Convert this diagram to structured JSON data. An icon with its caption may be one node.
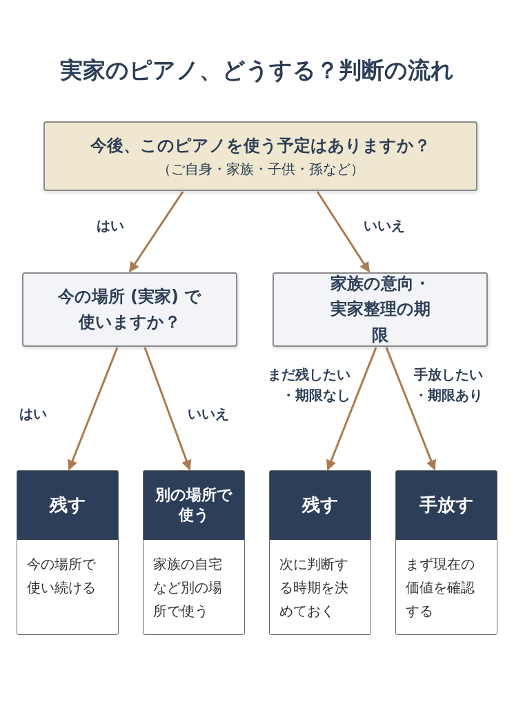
{
  "diagram": {
    "title": "実家のピアノ、どうする？判断の流れ",
    "nodes": [
      {
        "text": [
          "今後、このピアノを使う予定はありますか？",
          "（ご自身・家族・子供・孫など）"
        ]
      },
      {
        "text": [
          "今の場所 (実家) で使いますか？"
        ]
      },
      {
        "text": [
          "家族の意向・実家整理の期限"
        ]
      },
      {
        "text": [
          "残す",
          "今の場所で使い続ける"
        ]
      },
      {
        "text": [
          "別の場所で使う",
          "家族の自宅など別の場所で使う"
        ]
      },
      {
        "text": [
          "残す",
          "次に判断する時期を決めておく"
        ]
      },
      {
        "text": [
          "手放す",
          "まず現在の価値を確認する"
        ]
      }
    ],
    "edges": [
      {
        "from": 0,
        "to": 1,
        "arrow": "to",
        "label": "はい"
      },
      {
        "from": 0,
        "to": 2,
        "arrow": "to",
        "label": "いいえ"
      },
      {
        "from": 1,
        "to": 3,
        "arrow": "to",
        "label": "はい"
      },
      {
        "from": 1,
        "to": 4,
        "arrow": "to",
        "label": "いいえ"
      },
      {
        "from": 2,
        "to": 5,
        "arrow": "to",
        "label": "まだ残したい・期限なし"
      },
      {
        "from": 2,
        "to": 6,
        "arrow": "to",
        "label": "手放したい・期限あり"
      }
    ]
  }
}
